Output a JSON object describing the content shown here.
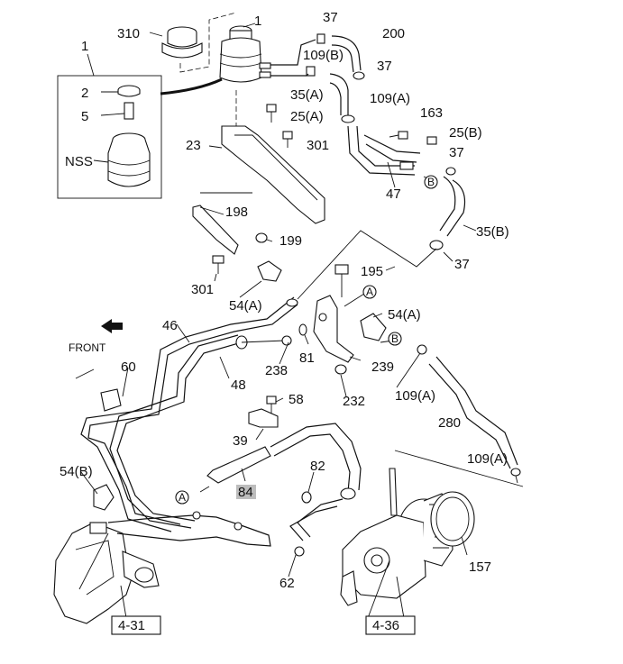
{
  "labels": {
    "p310": "310",
    "p1_reservoir": "1",
    "p37_top": "37",
    "p200": "200",
    "p1_group": "1",
    "p109b": "109(B)",
    "p37_b": "37",
    "p2": "2",
    "p35a": "35(A)",
    "p109a_top": "109(A)",
    "p5": "5",
    "p25a": "25(A)",
    "p163": "163",
    "p25b": "25(B)",
    "nss": "NSS",
    "p23": "23",
    "p301_top": "301",
    "p37_c": "37",
    "p47": "47",
    "p198": "198",
    "p35b": "35(B)",
    "p199": "199",
    "p37_d": "37",
    "p301_bot": "301",
    "p195": "195",
    "p54a_left": "54(A)",
    "p54a_right": "54(A)",
    "front": "FRONT",
    "p46": "46",
    "p60": "60",
    "p238": "238",
    "p81": "81",
    "p239": "239",
    "p48": "48",
    "p232": "232",
    "p109a_mid": "109(A)",
    "p58": "58",
    "p280": "280",
    "p39": "39",
    "p54b": "54(B)",
    "p82": "82",
    "p109a_bot": "109(A)",
    "p84": "84",
    "p157": "157",
    "p62": "62",
    "ref_steering": "4-31",
    "ref_pump": "4-36"
  },
  "callouts": {
    "a": "A",
    "b": "B"
  }
}
